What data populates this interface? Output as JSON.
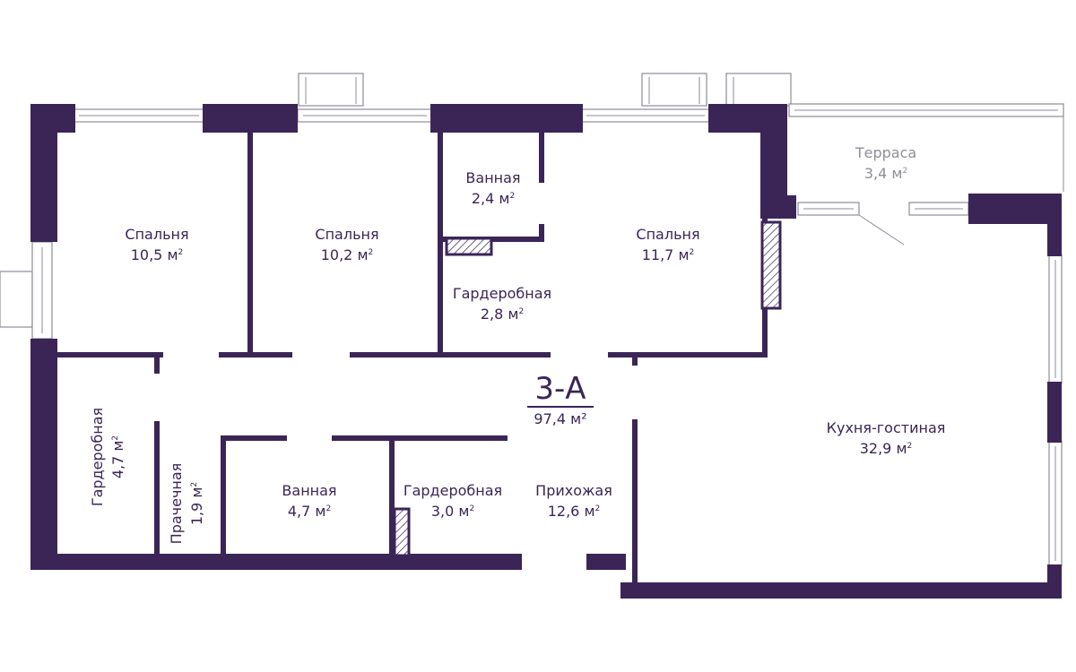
{
  "plan": {
    "code": "3-А",
    "total_area": "97,4 м²",
    "unit_suffix": "2",
    "rooms": [
      {
        "key": "bedroom1",
        "name": "Спальня",
        "area": "10,5 м"
      },
      {
        "key": "bedroom2",
        "name": "Спальня",
        "area": "10,2 м"
      },
      {
        "key": "bath1",
        "name": "Ванная",
        "area": "2,4 м"
      },
      {
        "key": "wardrobe1",
        "name": "Гардеробная",
        "area": "2,8 м"
      },
      {
        "key": "bedroom3",
        "name": "Спальня",
        "area": "11,7 м"
      },
      {
        "key": "terrace",
        "name": "Терраса",
        "area": "3,4 м"
      },
      {
        "key": "kitchen",
        "name": "Кухня-гостиная",
        "area": "32,9 м"
      },
      {
        "key": "wardrobe2",
        "name": "Гардеробная",
        "area": "4,7 м"
      },
      {
        "key": "laundry",
        "name": "Прачечная",
        "area": "1,9 м"
      },
      {
        "key": "bath2",
        "name": "Ванная",
        "area": "4,7 м"
      },
      {
        "key": "wardrobe3",
        "name": "Гардеробная",
        "area": "3,0 м"
      },
      {
        "key": "hall",
        "name": "Прихожая",
        "area": "12,6 м"
      }
    ],
    "colors": {
      "wall": "#3b2557",
      "window": "#8b8b9a",
      "muted_text": "#8e8e98"
    }
  }
}
